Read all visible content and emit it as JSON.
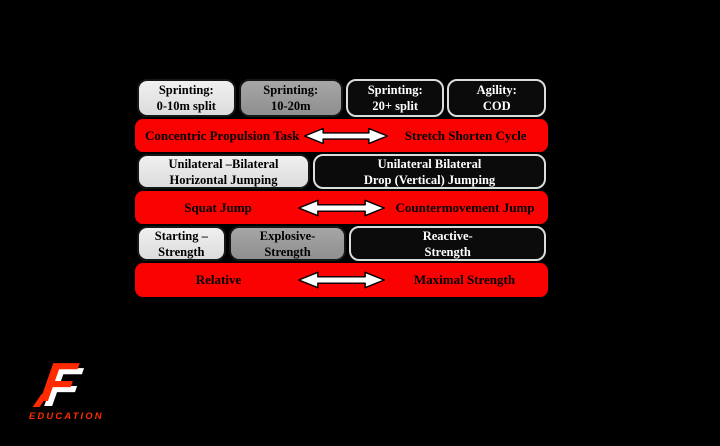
{
  "slide": {
    "background": "#000000"
  },
  "colors": {
    "bar_red": "#fa0202",
    "box_light": "#e6e6e6",
    "box_gray": "#9a9a9a",
    "box_black": "#0b0b0b",
    "box_black_border": "#dcdcdc",
    "logo_red": "#ff2a00",
    "bar_text": "#000000",
    "dark_box_text": "#ffffff"
  },
  "diagram": {
    "sprint_row": [
      {
        "line1": "Sprinting:",
        "line2": "0-10m split"
      },
      {
        "line1": "Sprinting:",
        "line2": "10-20m"
      },
      {
        "line1": "Sprinting:",
        "line2": "20+ split"
      },
      {
        "line1": "Agility:",
        "line2": "COD"
      }
    ],
    "propulsion_bar": {
      "left": "Concentric Propulsion Task",
      "right": "Stretch Shorten Cycle"
    },
    "jumping_row": [
      {
        "line1": "Unilateral –Bilateral",
        "line2": "Horizontal Jumping"
      },
      {
        "line1": "Unilateral Bilateral",
        "line2": "Drop (Vertical) Jumping"
      }
    ],
    "jump_bar": {
      "left": "Squat Jump",
      "right": "Countermovement Jump"
    },
    "strength_row": [
      {
        "line1": "Starting –",
        "line2": "Strength"
      },
      {
        "line1": "Explosive-",
        "line2": "Strength"
      },
      {
        "line1": "Reactive-",
        "line2": "Strength"
      }
    ],
    "strength_bar": {
      "left": "Relative",
      "right": "Maximal Strength"
    }
  },
  "icons": {
    "double_arrow": "double-arrow-icon"
  },
  "logo": {
    "letter": "F",
    "wordmark": "EDUCATION"
  }
}
